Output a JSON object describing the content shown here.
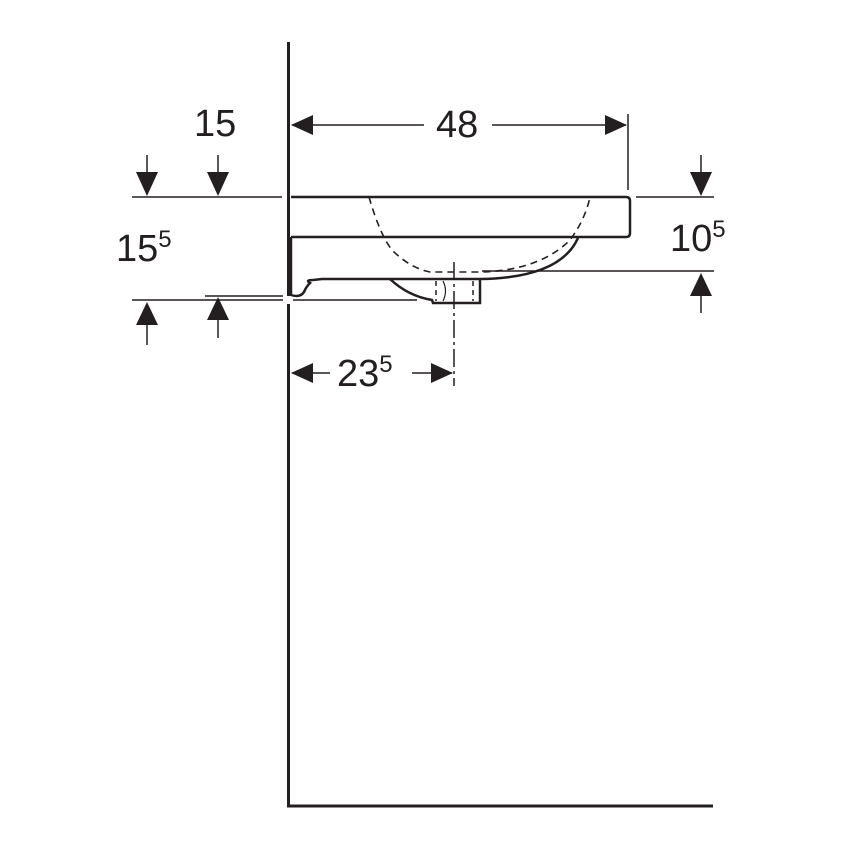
{
  "drawing": {
    "type": "technical-dimension-drawing",
    "subject": "wall-mounted washbasin side view",
    "units_note": "",
    "colors": {
      "line": "#231f20",
      "background": "#ffffff"
    }
  },
  "dimensions": {
    "depth": {
      "main": "48",
      "sup": ""
    },
    "top_offset": {
      "main": "15",
      "sup": ""
    },
    "mount_height": {
      "main": "15",
      "sup": "5"
    },
    "front_height": {
      "main": "10",
      "sup": "5"
    },
    "drain_distance": {
      "main": "23",
      "sup": "5"
    }
  }
}
